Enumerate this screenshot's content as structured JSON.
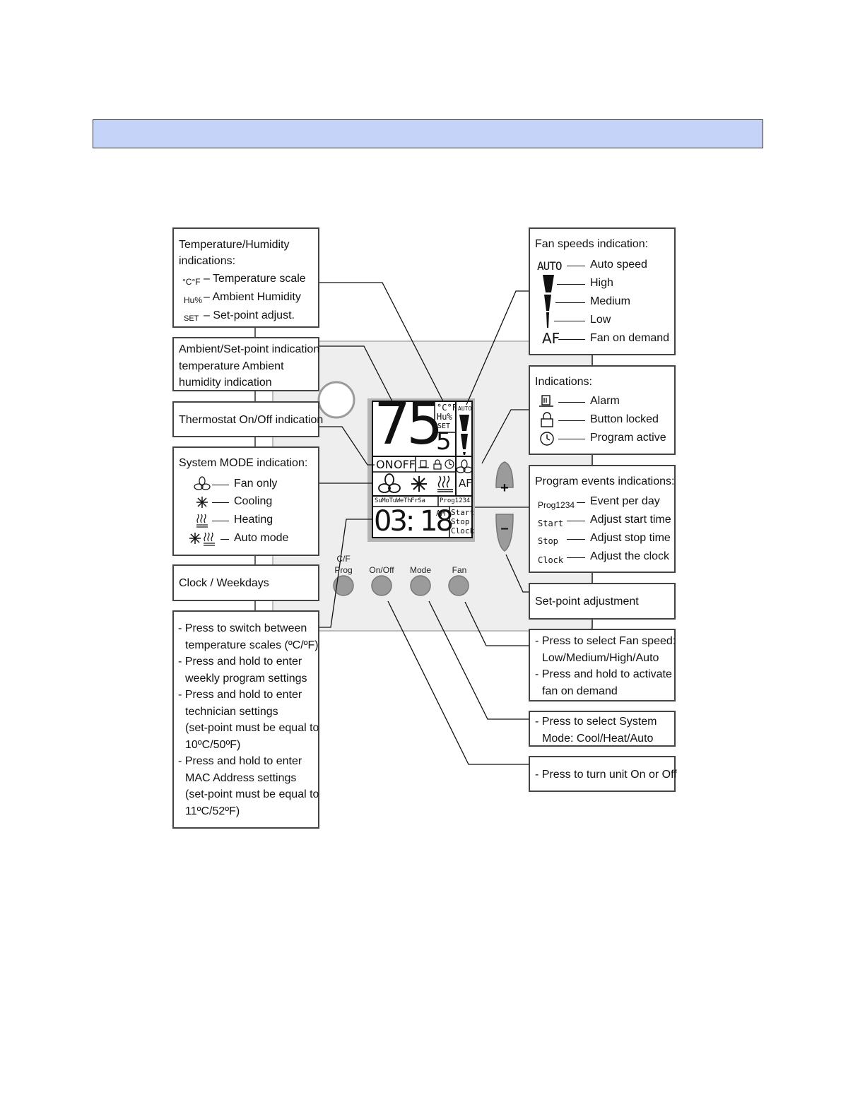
{
  "boxes": {
    "temp_humidity": {
      "title1": "Temperature/Humidity",
      "title2": "indications:",
      "items": [
        {
          "symbol": "°C°F",
          "label": "– Temperature scale"
        },
        {
          "symbol": "Hu%",
          "label": "– Ambient Humidity"
        },
        {
          "symbol": "SET",
          "label": "– Set-point adjust."
        }
      ]
    },
    "ambient_setpoint": {
      "lines": [
        "Ambient/Set-point indication",
        "temperature Ambient",
        "humidity indication"
      ]
    },
    "thermostat_onoff": {
      "title": "Thermostat On/Off indication"
    },
    "system_mode": {
      "title": "System MODE indication:",
      "items": [
        {
          "icon": "fan-icon",
          "label": "Fan only"
        },
        {
          "icon": "snowflake-icon",
          "label": "Cooling"
        },
        {
          "icon": "heat-waves-icon",
          "label": "Heating"
        },
        {
          "icon": "auto-mode-icon",
          "label": "Auto mode"
        }
      ]
    },
    "clock_weekdays": {
      "title": "Clock / Weekdays"
    },
    "cf_prog_help": {
      "lines": [
        "- Press to switch between",
        "temperature scales (ºC/ºF)",
        "- Press and hold to enter",
        "weekly program settings",
        "- Press and hold to enter",
        "technician settings",
        "(set-point must be equal to",
        "10ºC/50ºF)",
        "- Press and hold to enter",
        "MAC Address settings",
        "(set-point must be equal to",
        "11ºC/52ºF)"
      ]
    },
    "fan_speeds": {
      "title": "Fan speeds indication:",
      "items": [
        {
          "symbol": "AUTO",
          "label": "Auto speed"
        },
        {
          "symbol": "fan-bar-high",
          "label": "High"
        },
        {
          "symbol": "fan-bar-medium",
          "label": "Medium"
        },
        {
          "symbol": "fan-bar-low",
          "label": "Low"
        },
        {
          "symbol": "AF",
          "label": "Fan on demand"
        }
      ]
    },
    "indications": {
      "title": "Indications:",
      "items": [
        {
          "icon": "alarm-icon",
          "label": "Alarm"
        },
        {
          "icon": "lock-icon",
          "label": "Button locked"
        },
        {
          "icon": "clock-icon",
          "label": "Program active"
        }
      ]
    },
    "program_events": {
      "title": "Program events indications:",
      "items": [
        {
          "symbol": "Prog1234",
          "label": "Event per day"
        },
        {
          "symbol": "Start",
          "label": "Adjust start time"
        },
        {
          "symbol": "Stop",
          "label": "Adjust stop time"
        },
        {
          "symbol": "Clock",
          "label": "Adjust the clock"
        }
      ]
    },
    "setpoint_adjustment": {
      "title": "Set-point adjustment"
    },
    "fan_help": {
      "lines": [
        "- Press to select Fan speed:",
        "Low/Medium/High/Auto",
        "- Press and hold to activate",
        "fan on demand"
      ]
    },
    "mode_help": {
      "lines": [
        "- Press to select System",
        "Mode: Cool/Heat/Auto"
      ]
    },
    "onoff_help": {
      "lines": [
        "- Press to turn unit On or Off"
      ]
    }
  },
  "display": {
    "temperature_main": "75",
    "temperature_decimal": "5",
    "scale": "°C°F",
    "humidity": "Hu%",
    "set": "SET",
    "fan_auto": "AUTO",
    "fan_af": "AF",
    "on": "ON",
    "off": "OFF",
    "weekdays": "SuMoTuWeThFrSa",
    "prog": "Prog1234",
    "clock_time": "03: 18",
    "ampm": "AM",
    "start": "Start",
    "stop": "Stop",
    "clock": "Clock"
  },
  "buttons": {
    "cf_prog": {
      "line1": "C/F",
      "line2": "Prog"
    },
    "onoff": "On/Off",
    "mode": "Mode",
    "fan": "Fan",
    "plus": "+",
    "minus": "–"
  },
  "colors": {
    "banner": "#c5d3f8",
    "device_face": "#eeeeee",
    "lcd_bezel": "#b4b4b4",
    "button": "#9b9b9b"
  }
}
